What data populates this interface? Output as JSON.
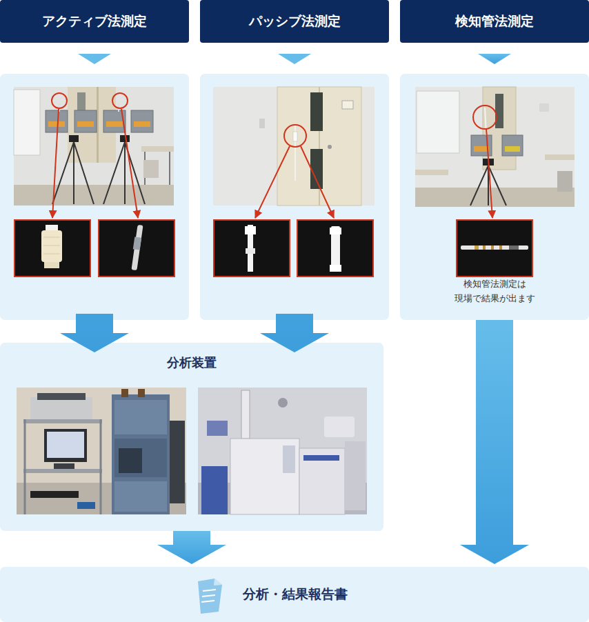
{
  "diagram": {
    "nodes": [
      {
        "text": [
          "アクティブ法測定"
        ]
      },
      {
        "text": [
          "パッシブ法測定"
        ]
      },
      {
        "text": [
          "検知管法測定"
        ]
      },
      {
        "text": [
          "検知管法測定は 現場で結果が出ます"
        ]
      },
      {
        "text": [
          "分析装置"
        ]
      },
      {
        "text": [
          "分析・結果報告書"
        ]
      }
    ],
    "edges": [
      {
        "from": 0,
        "to": 4,
        "arrow": "to"
      },
      {
        "from": 1,
        "to": 4,
        "arrow": "to"
      },
      {
        "from": 2,
        "to": 3,
        "arrow": "to"
      },
      {
        "from": 3,
        "to": 5,
        "arrow": "to"
      },
      {
        "from": 4,
        "to": 5,
        "arrow": "to"
      }
    ]
  }
}
